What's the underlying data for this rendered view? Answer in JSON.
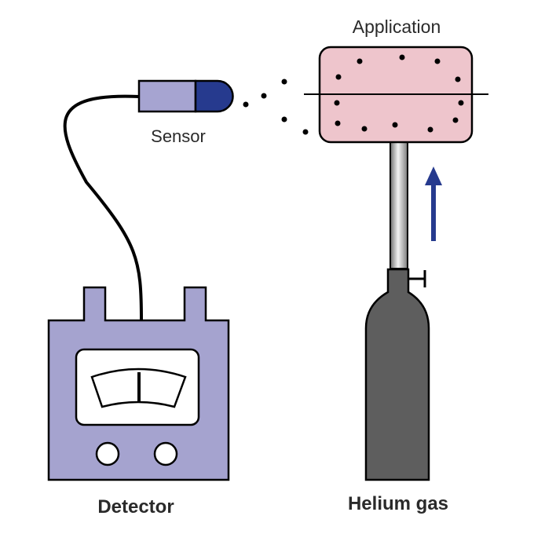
{
  "labels": {
    "application": "Application",
    "sensor": "Sensor",
    "detector": "Detector",
    "helium_gas": "Helium gas"
  },
  "colors": {
    "detector_fill": "#a5a3cf",
    "sensor_body": "#a6a4d1",
    "sensor_tip": "#263a8e",
    "application_fill": "#eec5cc",
    "cylinder_fill": "#5e5e5e",
    "arrow": "#263a8e",
    "outline": "#000000"
  }
}
